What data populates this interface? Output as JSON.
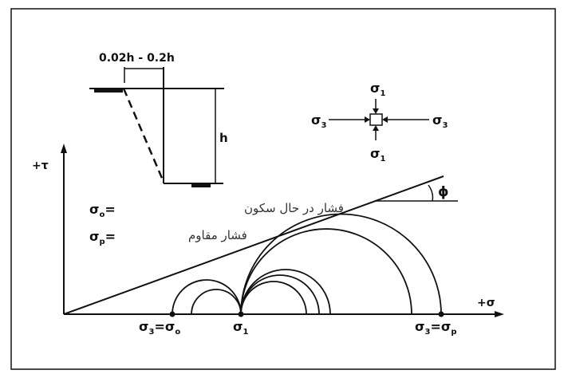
{
  "top_dimension": "0.02h - 0.2h",
  "wall_height_label": "h",
  "element_labels": {
    "sigma1_top": "σ",
    "sigma1_top_sub": "1",
    "sigma1_bottom": "σ",
    "sigma1_bottom_sub": "1",
    "sigma3_left": "σ",
    "sigma3_left_sub": "3",
    "sigma3_right": "σ",
    "sigma3_right_sub": "3"
  },
  "axes": {
    "tau_label": "+τ",
    "sigma_label": "+σ"
  },
  "phi_label": "ϕ",
  "legend": [
    {
      "symbol": "σ",
      "sub": "o",
      "eq": "=",
      "text": "فشار در حال سکون"
    },
    {
      "symbol": "σ",
      "sub": "p",
      "eq": "=",
      "text": "فشار مقاوم"
    }
  ],
  "axis_points": [
    {
      "symbol": "σ",
      "sub": "3",
      "eq": "=",
      "symbol2": "σ",
      "sub2": "o"
    },
    {
      "symbol": "σ",
      "sub": "1"
    },
    {
      "symbol": "σ",
      "sub": "3",
      "eq": "=",
      "symbol2": "σ",
      "sub2": "p"
    }
  ]
}
